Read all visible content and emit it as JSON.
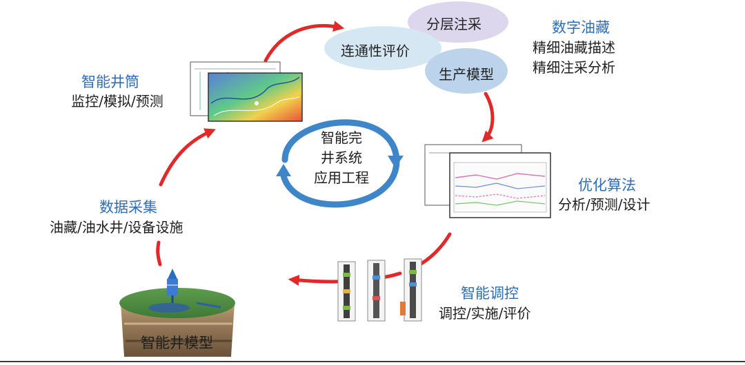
{
  "nodes": {
    "smart_wellbore": {
      "title": "智能井筒",
      "desc": "监控/模拟/预测"
    },
    "digital_reservoir": {
      "title": "数字油藏",
      "lines": [
        "精细油藏描述",
        "精细注采分析"
      ]
    },
    "optimization": {
      "title": "优化算法",
      "desc": "分析/预测/设计"
    },
    "smart_control": {
      "title": "智能调控",
      "desc": "调控/实施/评价"
    },
    "data_collection": {
      "title": "数据采集",
      "desc": "油藏/油水井/设备设施"
    },
    "well_model": {
      "label": "智能井模型"
    }
  },
  "bubbles": {
    "layered": "分层注采",
    "connectivity": "连通性评价",
    "production_model": "生产模型"
  },
  "center": {
    "lines": [
      "智能完",
      "井系统",
      "应用工程"
    ]
  },
  "colors": {
    "arrow_red": "#e02a2a",
    "title_blue": "#2f6db5",
    "bubble_purple": "#ddd7ee",
    "bubble_lightblue": "#d6e7f4",
    "bubble_blue": "#bcd3ec",
    "cycle_blue": "#3f86c8"
  }
}
